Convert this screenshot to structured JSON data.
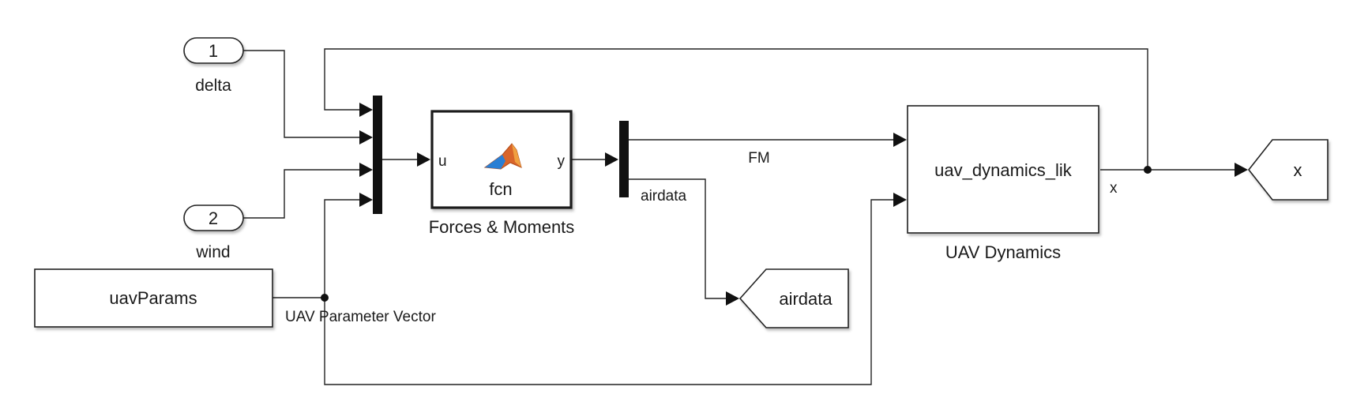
{
  "inports": [
    {
      "number": "1",
      "name": "delta"
    },
    {
      "number": "2",
      "name": "wind"
    }
  ],
  "constant_block": {
    "label": "uavParams"
  },
  "param_signal": {
    "label": "UAV Parameter Vector"
  },
  "fcn_block": {
    "input_port": "u",
    "output_port": "y",
    "function_name": "fcn",
    "name": "Forces & Moments"
  },
  "signals": {
    "fm": "FM",
    "airdata": "airdata",
    "x": "x"
  },
  "dynamics_block": {
    "label": "uav_dynamics_lik",
    "output_port": "x",
    "name": "UAV Dynamics"
  },
  "goto_blocks": [
    {
      "tag": "airdata"
    },
    {
      "tag": "x"
    }
  ],
  "colors": {
    "line": "#222222",
    "matlab_logo_orange": "#d9652a",
    "matlab_logo_blue": "#2a7fd4"
  }
}
